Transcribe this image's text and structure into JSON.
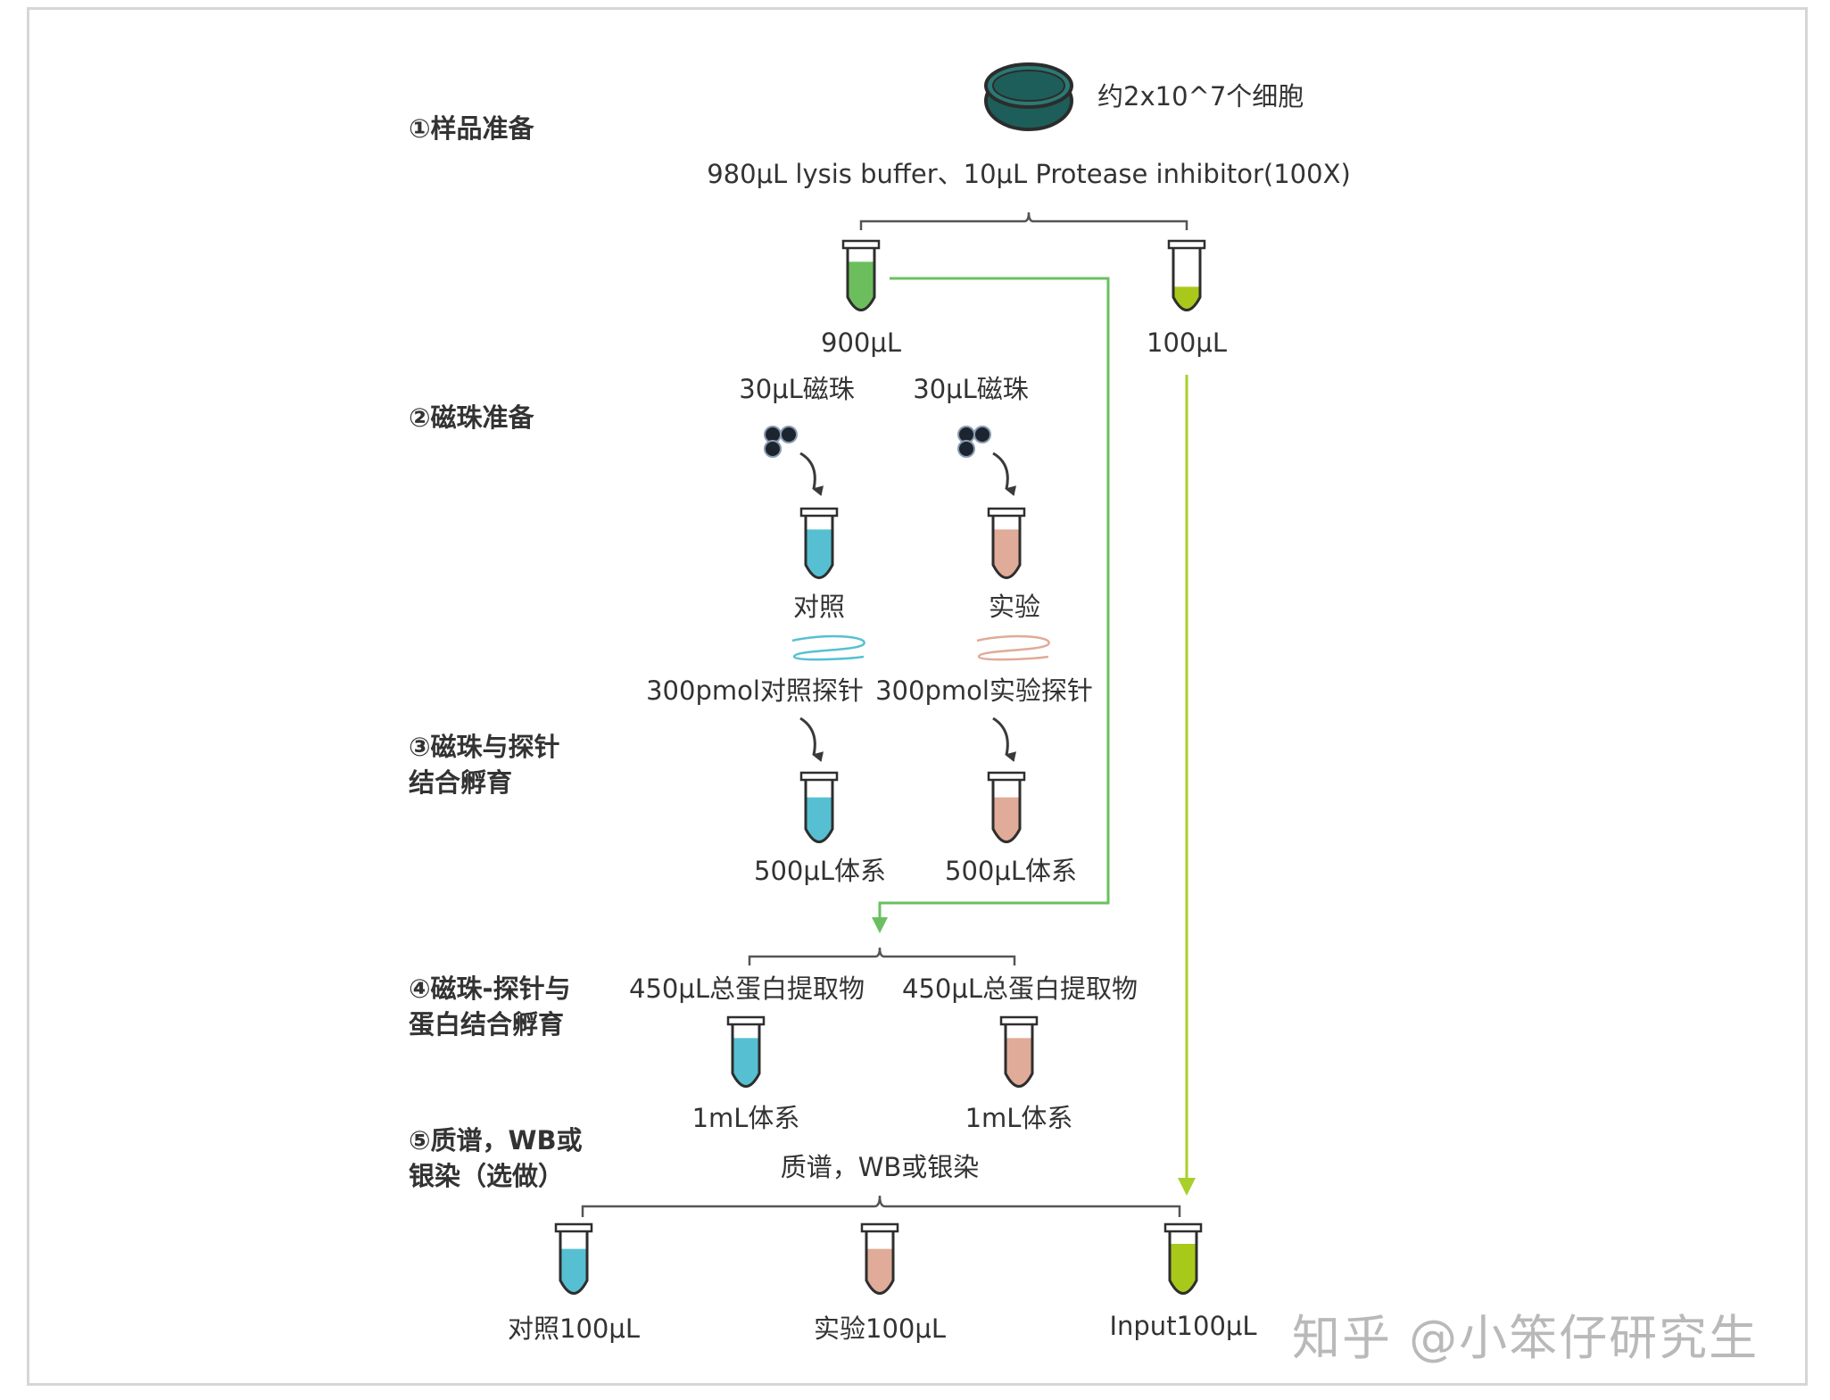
{
  "colors": {
    "green_sample": "#6cbe5d",
    "lime_input": "#a9c91a",
    "control_blue": "#56c0d2",
    "experiment_salmon": "#e0ab98",
    "dish": "#1e5e5a",
    "green_line": "#6ac060",
    "lime_line": "#a9cf2a",
    "arrow": "#3a3a3a",
    "bracket": "#555555"
  },
  "steps": [
    {
      "label": "①样品准备"
    },
    {
      "label": "②磁珠准备"
    },
    {
      "label": "③磁珠与探针\n结合孵育"
    },
    {
      "label": "④磁珠-探针与\n蛋白结合孵育"
    },
    {
      "label": "⑤质谱，WB或\n银染（选做）"
    }
  ],
  "labels": {
    "cells": "约2x10^7个细胞",
    "buffer": "980μL lysis buffer、10μL Protease inhibitor(100X)",
    "vol_900": "900μL",
    "vol_100": "100μL",
    "beads_left": "30μL磁珠",
    "beads_right": "30μL磁珠",
    "control": "对照",
    "experiment": "实验",
    "probe_control": "300pmol对照探针",
    "probe_experiment": "300pmol实验探针",
    "system_left": "500μL体系",
    "system_right": "500μL体系",
    "extract_left": "450μL总蛋白提取物",
    "extract_right": "450μL总蛋白提取物",
    "system1ml_left": "1mL体系",
    "system1ml_right": "1mL体系",
    "analysis": "质谱，WB或银染",
    "final_control": "对照100μL",
    "final_experiment": "实验100μL",
    "final_input": "Input100μL"
  },
  "watermark": "知乎 @小笨仔研究生"
}
